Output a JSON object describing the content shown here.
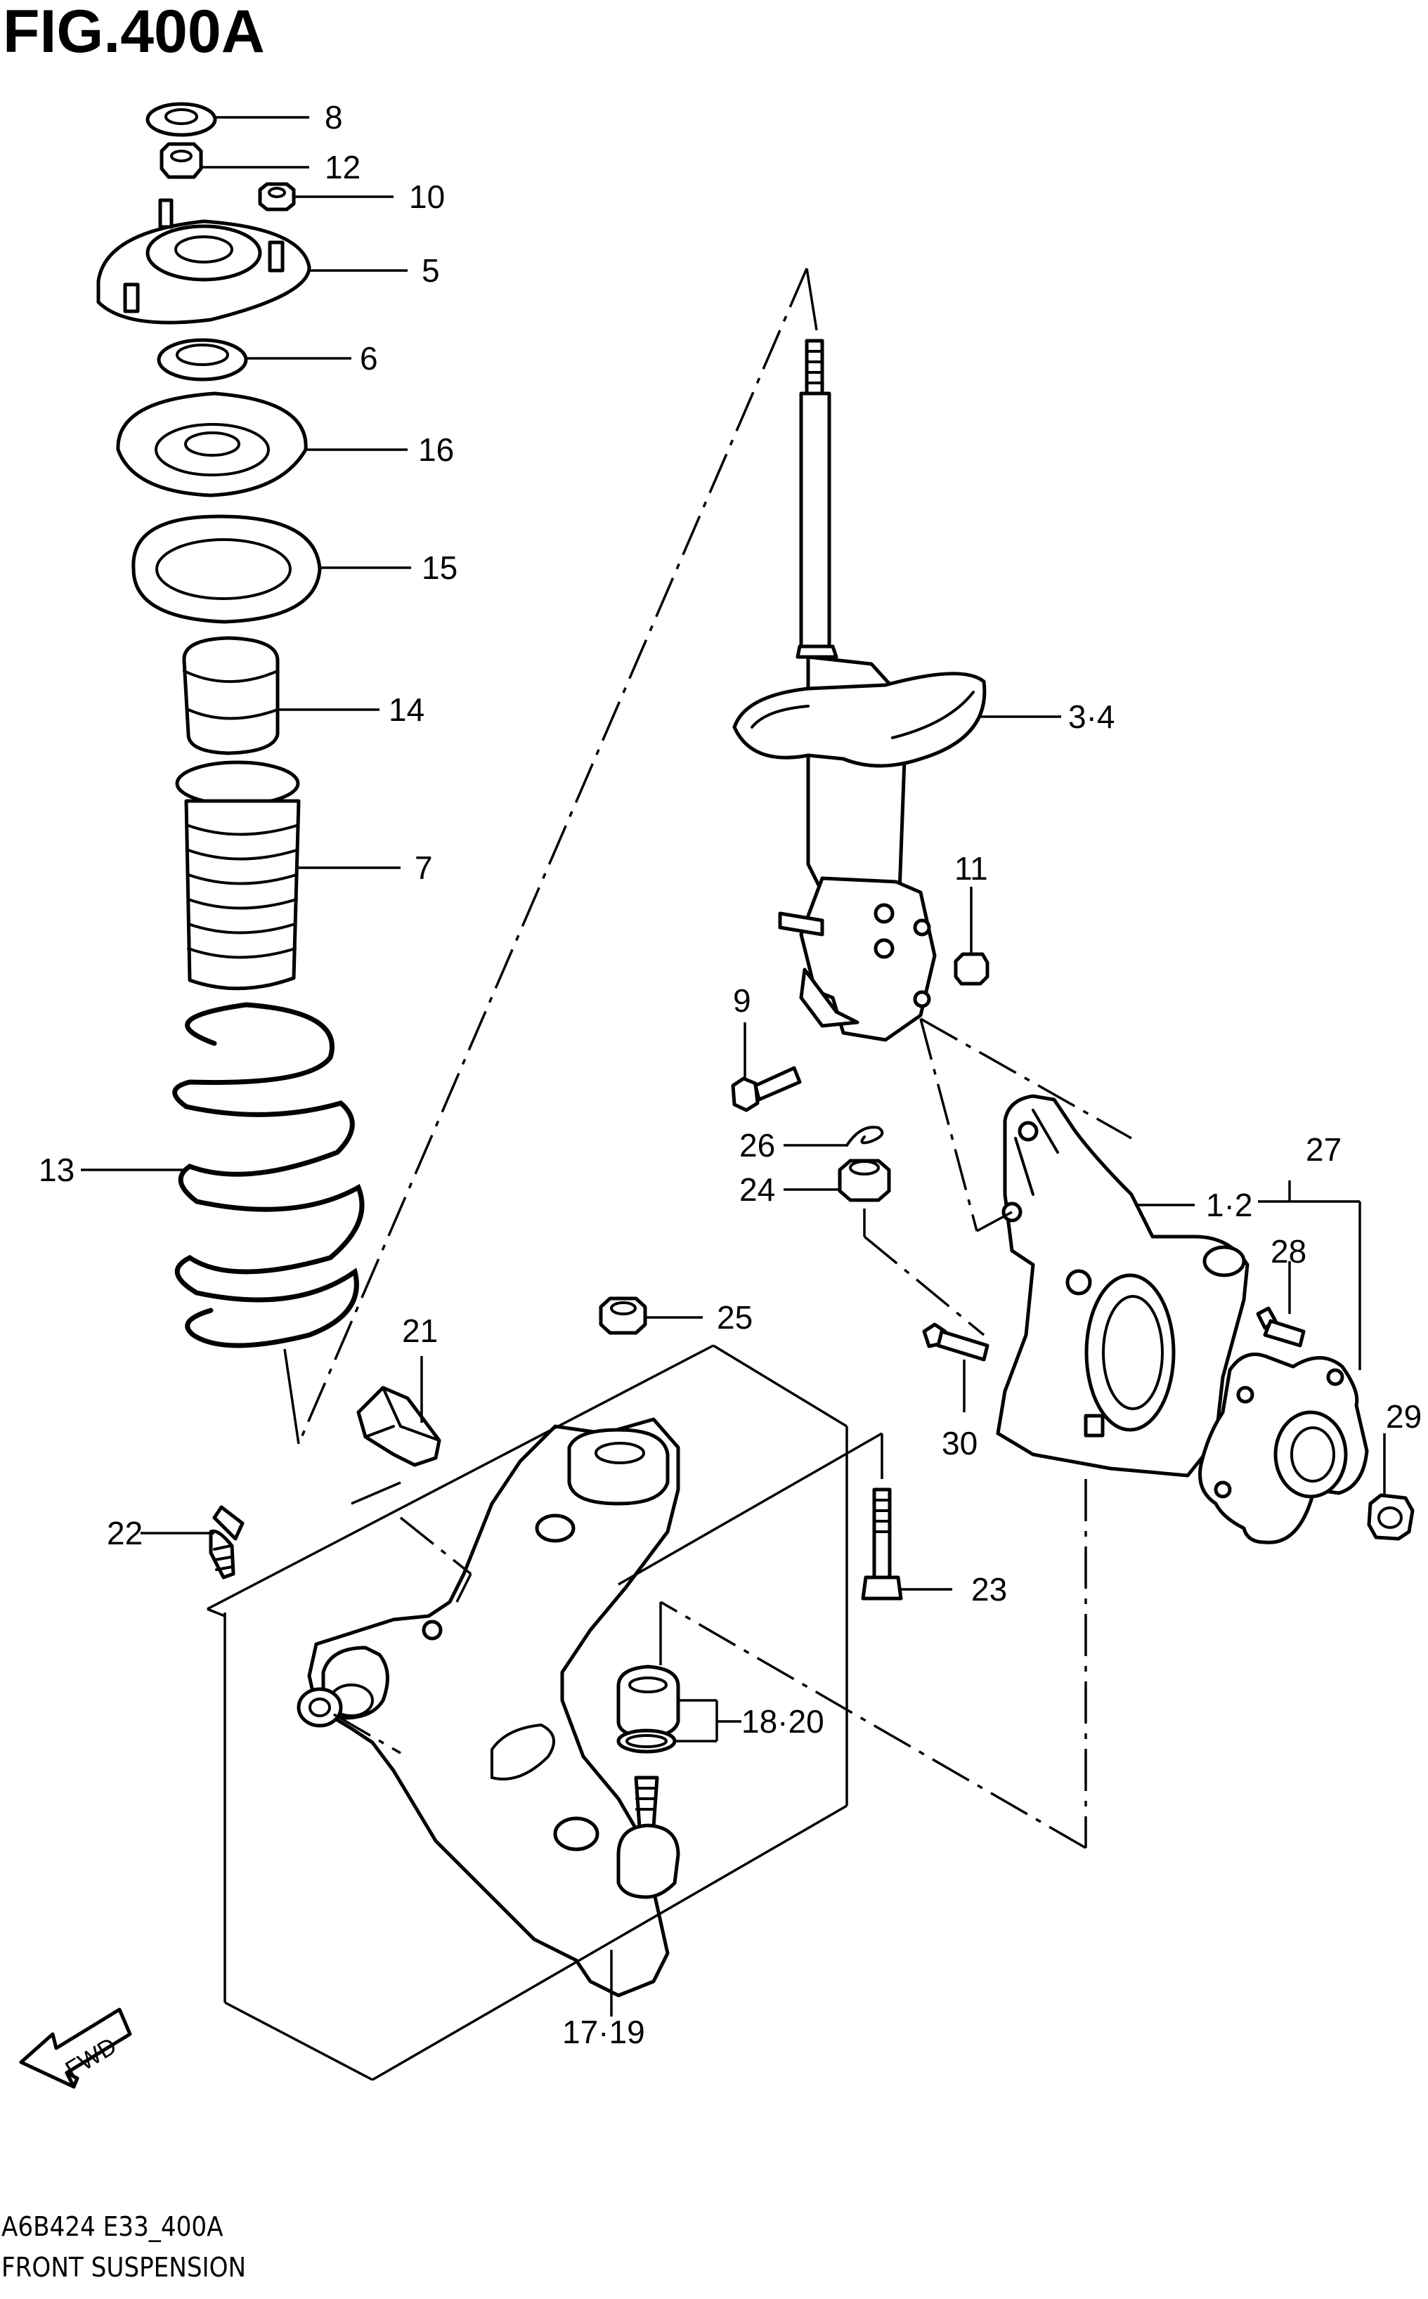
{
  "figure": {
    "title": "FIG.400A",
    "code": "A6B424 E33_400A",
    "name": "FRONT SUSPENSION",
    "direction_label": "FWD"
  },
  "callouts": {
    "c8": "8",
    "c12": "12",
    "c10": "10",
    "c5": "5",
    "c6": "6",
    "c16": "16",
    "c15": "15",
    "c14": "14",
    "c7": "7",
    "c13": "13",
    "c34": "3·4",
    "c11": "11",
    "c9": "9",
    "c26": "26",
    "c24": "24",
    "c12b": "1·2",
    "c27": "27",
    "c28": "28",
    "c29": "29",
    "c30": "30",
    "c25": "25",
    "c21": "21",
    "c22": "22",
    "c23": "23",
    "c1820": "18·20",
    "c1719": "17·19"
  }
}
